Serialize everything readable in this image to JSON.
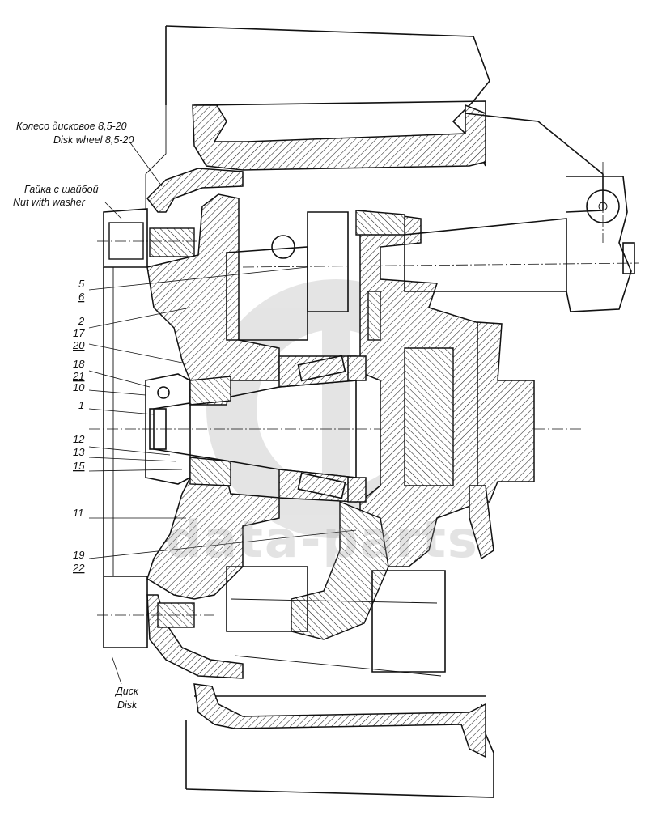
{
  "callouts": {
    "wheel_ru": "Колесо дисковое 8,5-20",
    "wheel_en": "Disk wheel 8,5-20",
    "nut_ru": "Гайка с шайбой",
    "nut_en": "Nut with washer",
    "disk_ru": "Диск",
    "disk_en": "Disk"
  },
  "part_numbers": [
    "5",
    "6",
    "2",
    "17",
    "20",
    "18",
    "21",
    "10",
    "1",
    "12",
    "13",
    "15",
    "11",
    "19",
    "22"
  ],
  "watermark": {
    "text": "data-parts"
  }
}
